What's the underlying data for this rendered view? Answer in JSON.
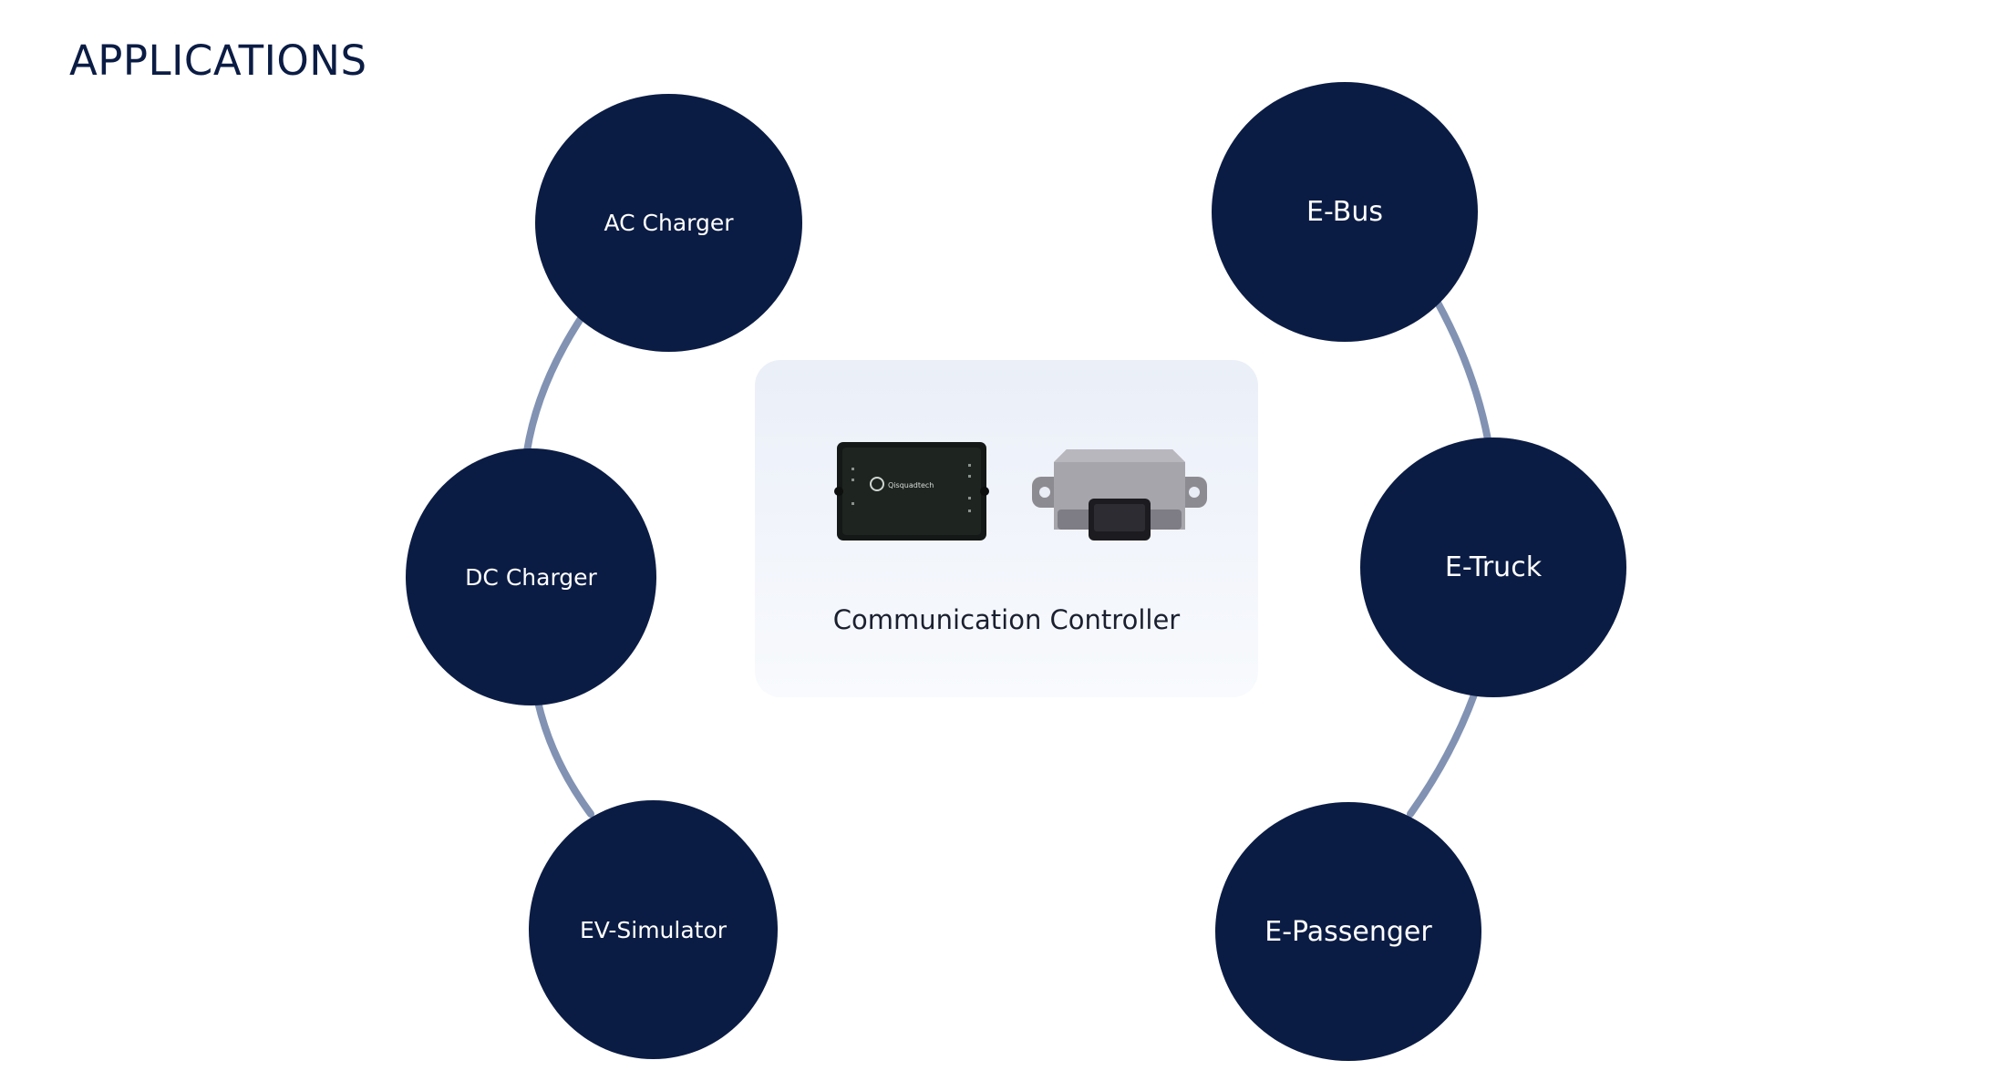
{
  "title": "APPLICATIONS",
  "center": {
    "label": "Communication Controller",
    "device_brand": "Qisquadtech"
  },
  "nodes": {
    "ac_charger": "AC Charger",
    "dc_charger": "DC Charger",
    "ev_simulator": "EV-Simulator",
    "e_bus": "E-Bus",
    "e_truck": "E-Truck",
    "e_passenger": "E-Passenger"
  },
  "colors": {
    "node_fill": "#0b1c44",
    "connector": "#8192b3",
    "title": "#0b1c44"
  },
  "icons": [
    "controller-device-icon",
    "ecu-module-icon"
  ]
}
